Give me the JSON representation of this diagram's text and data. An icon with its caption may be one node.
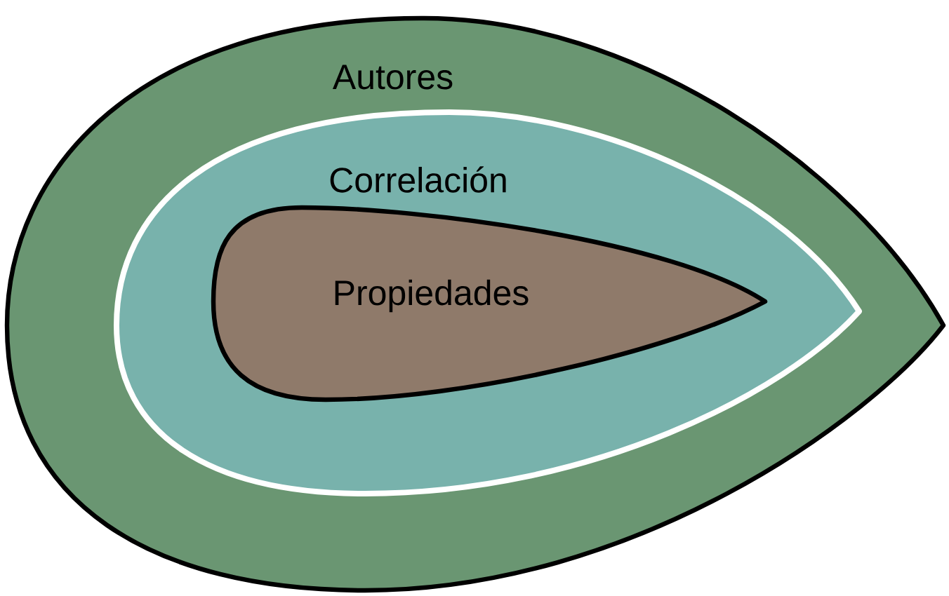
{
  "diagram": {
    "nodes": [
      {
        "text": [
          "Autores"
        ]
      },
      {
        "text": [
          "Correlación"
        ],
        "in": 0
      },
      {
        "text": [
          "Propiedades"
        ],
        "in": 1
      }
    ]
  }
}
